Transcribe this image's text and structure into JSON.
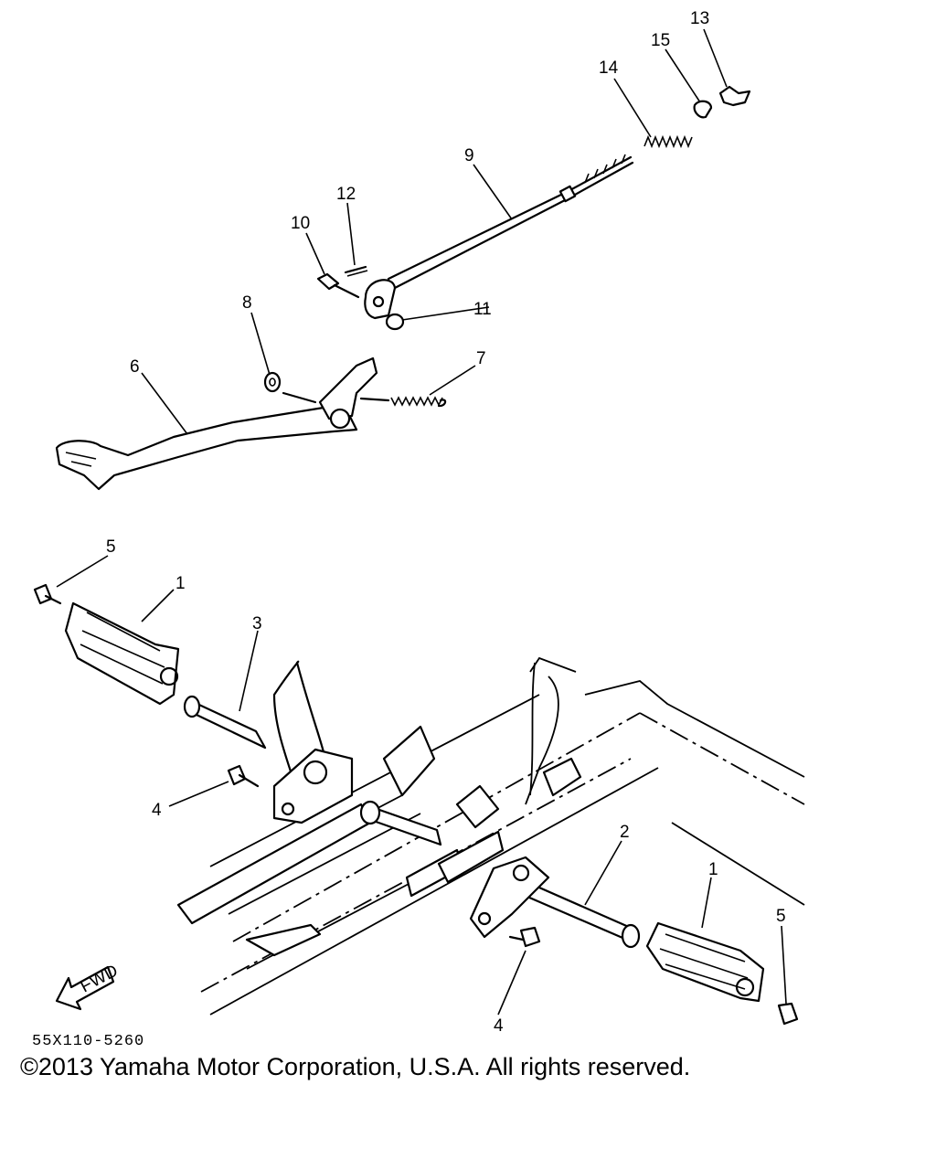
{
  "callouts": {
    "c1a": "1",
    "c1b": "1",
    "c2": "2",
    "c3": "3",
    "c4a": "4",
    "c4b": "4",
    "c5a": "5",
    "c5b": "5",
    "c6": "6",
    "c7": "7",
    "c8": "8",
    "c9": "9",
    "c10": "10",
    "c11": "11",
    "c12": "12",
    "c13": "13",
    "c14": "14",
    "c15": "15"
  },
  "fwd_label": "FWD",
  "diagram_code": "55X110-5260",
  "copyright": "©2013 Yamaha Motor Corporation, U.S.A. All rights reserved."
}
